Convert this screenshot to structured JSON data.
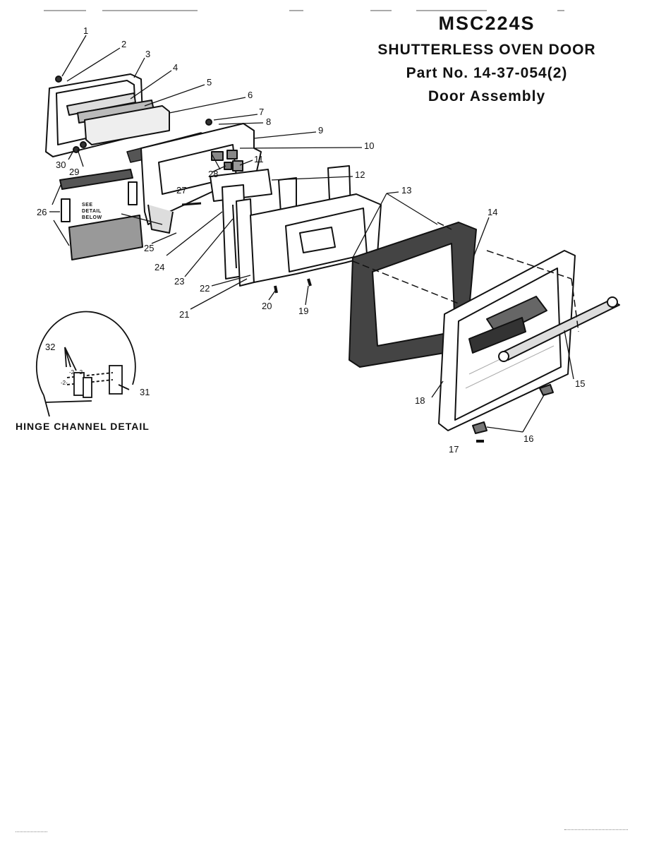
{
  "header": {
    "model": "MSC224S",
    "name": "SHUTTERLESS OVEN DOOR",
    "part": "Part No. 14-37-054(2)",
    "subtitle": "Door Assembly"
  },
  "detail": {
    "label": "HINGE CHANNEL DETAIL",
    "see_detail": "SEE DETAIL BELOW"
  },
  "callouts": {
    "c1": "1",
    "c2": "2",
    "c3": "3",
    "c4": "4",
    "c5": "5",
    "c6": "6",
    "c7": "7",
    "c8": "8",
    "c9": "9",
    "c10": "10",
    "c11": "11",
    "c12": "12",
    "c13": "13",
    "c14": "14",
    "c15": "15",
    "c16": "16",
    "c17": "17",
    "c18": "18",
    "c19": "19",
    "c20": "20",
    "c21": "21",
    "c22": "22",
    "c23": "23",
    "c24": "24",
    "c25": "25",
    "c26": "26",
    "c27": "27",
    "c28": "28",
    "c29": "29",
    "c30": "30",
    "c31": "31",
    "c32": "32"
  },
  "colors": {
    "ink": "#111111",
    "paper": "#ffffff",
    "shade": "#555555"
  }
}
